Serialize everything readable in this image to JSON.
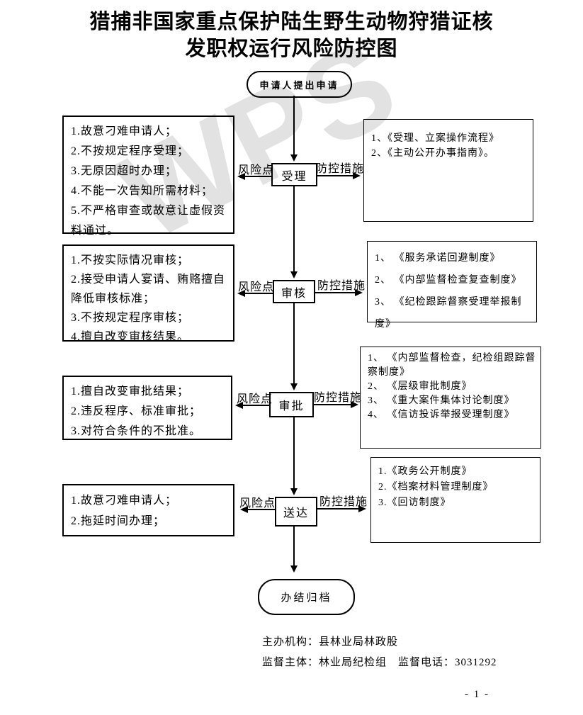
{
  "page": {
    "title_line1": "猎捕非国家重点保护陆生野生动物狩猎证核",
    "title_line2": "发职权运行风险防控图",
    "watermark": "WPS",
    "page_number": "- 1 -"
  },
  "flow": {
    "start_label": "申请人提出申请",
    "end_label": "办结归档",
    "risk_label": "风险点",
    "control_label": "防控措施",
    "stages": [
      {
        "name": "受理",
        "risks": [
          "1.故意刁难申请人；",
          "2.不按规定程序受理；",
          "3.无原因超时办理；",
          "4.不能一次告知所需材料；",
          "5.不严格审查或故意让虚假资料通过。"
        ],
        "controls": [
          "1、《受理、立案操作流程》",
          "2、《主动公开办事指南》。"
        ]
      },
      {
        "name": "审核",
        "risks": [
          "1.不按实际情况审核；",
          "2.接受申请人宴请、贿赂擅自降低审核标准；",
          "3.不按规定程序审核；",
          "4.擅自改变审核结果。"
        ],
        "controls": [
          "1、 《服务承诺回避制度》",
          "2、 《内部监督检查复查制度》",
          "3、 《纪检跟踪督察受理举报制度》"
        ]
      },
      {
        "name": "审批",
        "risks": [
          "1.擅自改变审批结果；",
          "2.违反程序、标准审批；",
          "3.对符合条件的不批准。"
        ],
        "controls": [
          "1、 《内部监督检查，纪检组跟踪督察制度》",
          "2、 《层级审批制度》",
          "3、 《重大案件集体讨论制度》",
          "4、 《信访投诉举报受理制度》"
        ]
      },
      {
        "name": "送达",
        "risks": [
          "1.故意刁难申请人；",
          "2.拖延时间办理；"
        ],
        "controls": [
          "1.《政务公开制度》",
          "2.《档案材料管理制度》",
          "3.《回访制度》"
        ]
      }
    ]
  },
  "footer": {
    "line1": "主办机构：县林业局林政股",
    "line2": "监督主体：林业局纪检组　监督电话：3031292"
  }
}
